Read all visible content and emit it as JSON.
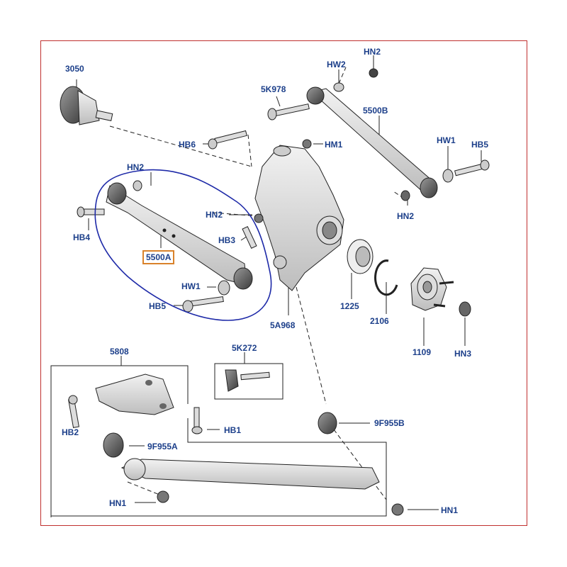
{
  "diagram": {
    "highlighted_part": "5500A",
    "labels": {
      "p3050": "3050",
      "hn2_top": "HN2",
      "hw2": "HW2",
      "p5k978": "5K978",
      "p5500b": "5500B",
      "hb6": "HB6",
      "hm1": "HM1",
      "hw1_right": "HW1",
      "hb5_right": "HB5",
      "hn2_left": "HN2",
      "hn2_mid": "HN2",
      "hn2_right": "HN2",
      "hb4": "HB4",
      "hb3": "HB3",
      "p5500a": "5500A",
      "hw1_left": "HW1",
      "hb5_left": "HB5",
      "p5a968": "5A968",
      "p1225": "1225",
      "p2106": "2106",
      "p1109": "1109",
      "hn3": "HN3",
      "p5808": "5808",
      "p5k272": "5K272",
      "hb2": "HB2",
      "hb1": "HB1",
      "p9f955b": "9F955B",
      "p9f955a": "9F955A",
      "hn1_left": "HN1",
      "hn1_right": "HN1"
    }
  }
}
